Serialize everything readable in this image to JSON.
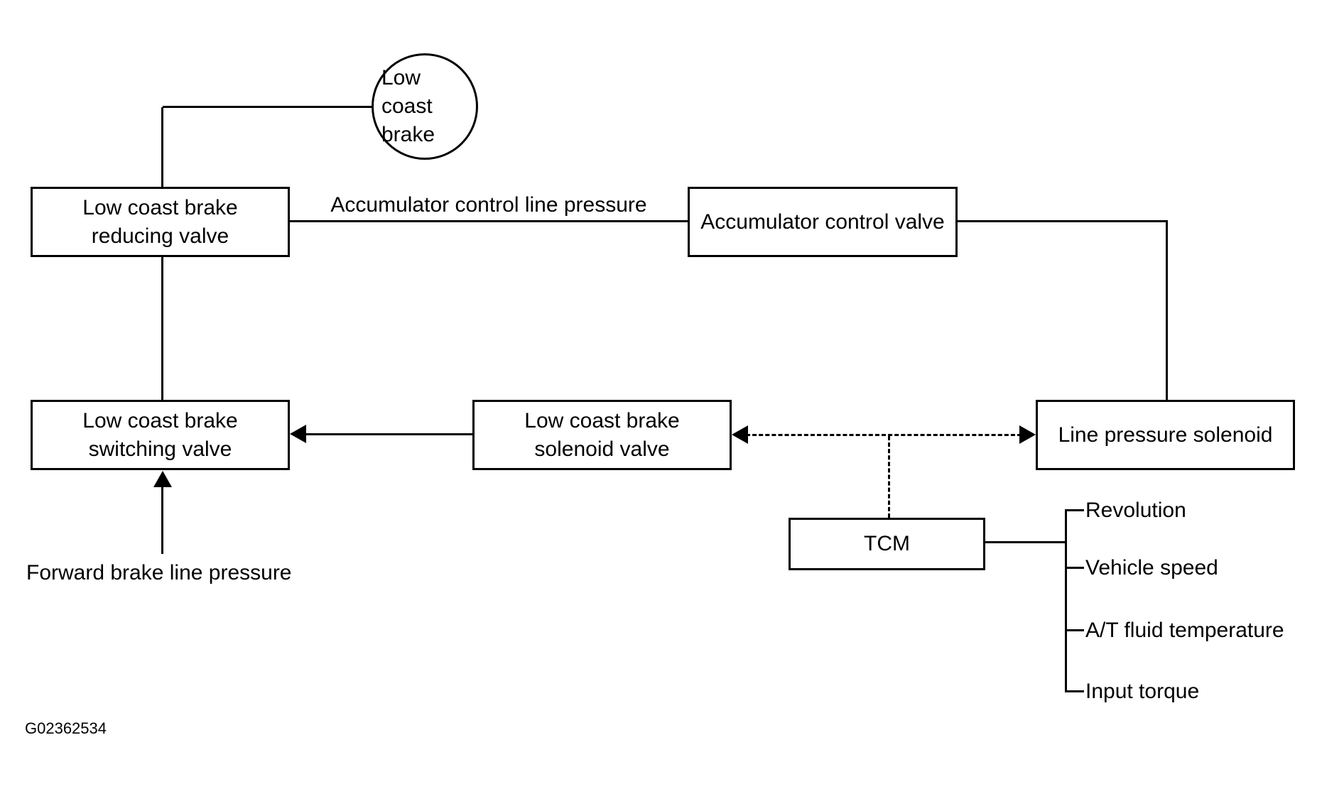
{
  "figure_code": "G02362534",
  "nodes": {
    "low_coast_brake": "Low coast\nbrake",
    "reducing_valve": "Low coast brake\nreducing valve",
    "accumulator_control_valve": "Accumulator control valve",
    "switching_valve": "Low coast brake\nswitching valve",
    "solenoid_valve": "Low coast brake\nsolenoid valve",
    "line_pressure_solenoid": "Line pressure solenoid",
    "tcm": "TCM"
  },
  "line_labels": {
    "accumulator_control_line_pressure": "Accumulator control line pressure",
    "forward_brake_line_pressure": "Forward brake line pressure"
  },
  "tcm_inputs": [
    "Revolution",
    "Vehicle speed",
    "A/T fluid temperature",
    "Input torque"
  ],
  "colors": {
    "ink": "#000000",
    "background": "#ffffff"
  }
}
